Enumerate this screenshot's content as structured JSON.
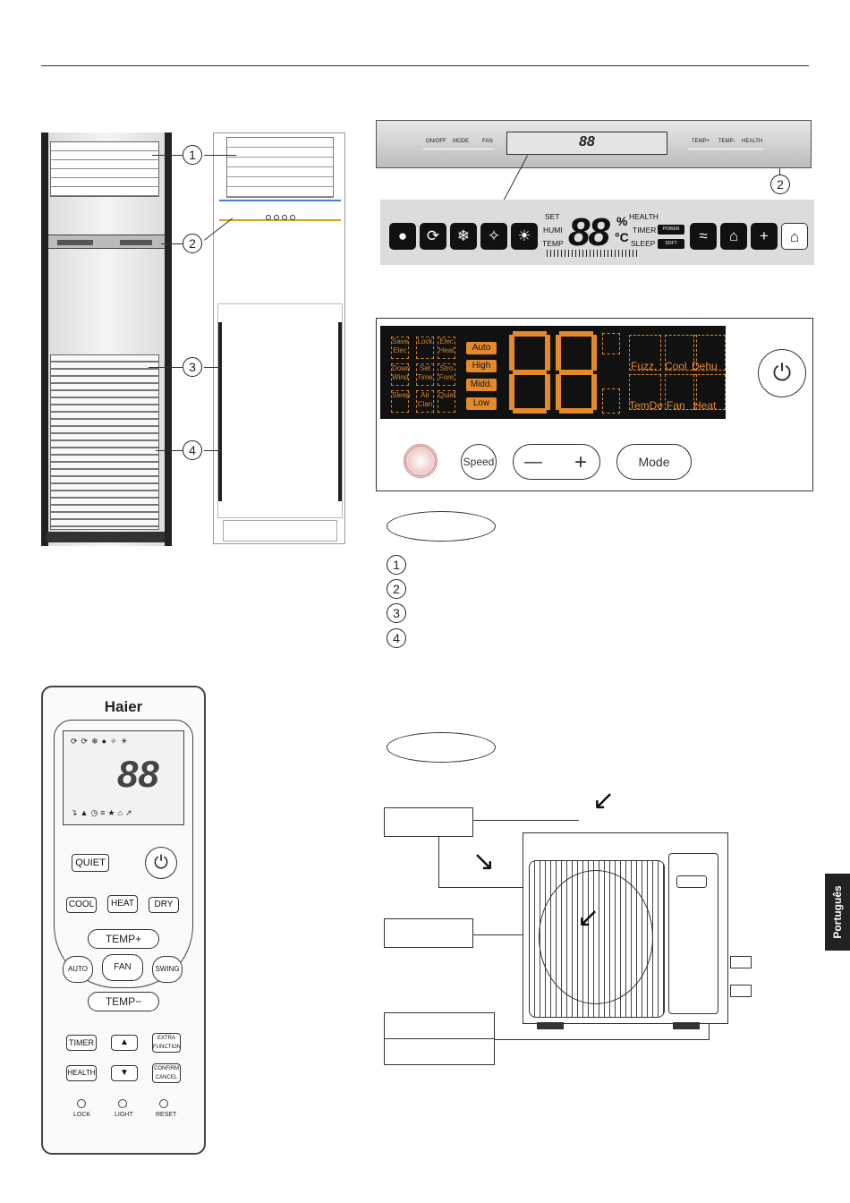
{
  "colors": {
    "accent": "#e48a2a",
    "lcd_bg": "#dcdcdc",
    "panel_bg": "#111111"
  },
  "callouts": [
    "1",
    "2",
    "3",
    "4"
  ],
  "control_strip": {
    "left_buttons": [
      "ON/OFF",
      "MODE",
      "FAN"
    ],
    "right_buttons": [
      "TEMP+",
      "TEMP-",
      "HEALTH"
    ],
    "lcd_digits": "88"
  },
  "lcd": {
    "labels_left": [
      "SET",
      "HUMI",
      "TEMP"
    ],
    "digits": "88",
    "units": [
      "%",
      "°C"
    ],
    "labels_right": [
      "HEALTH",
      "TIMER",
      "SLEEP"
    ],
    "power_label": "POWER",
    "soft_label": "SOFT",
    "icons": [
      "water-drop-icon",
      "recycle-icon",
      "snowflake-icon",
      "fan-icon",
      "sun-icon"
    ],
    "right_icons": [
      "steam-icon",
      "heater-icon",
      "drop-plus-icon",
      "house-icon"
    ]
  },
  "panel2": {
    "dashed_labels": [
      "Save Elec",
      "Lock",
      "Elec Heat",
      "Down Wind",
      "Set Time",
      "Stro Fore",
      "Sleep",
      "Air Clan",
      "Quiet"
    ],
    "speeds": [
      "Auto",
      "High",
      "Midd.",
      "Low"
    ],
    "modes": [
      "Fuzz.",
      "Cool",
      "Dehu",
      "TemDe",
      "Fan",
      "Heat"
    ],
    "buttons": {
      "speed": "Speed",
      "minus": "—",
      "plus": "+",
      "mode": "Mode"
    }
  },
  "remote": {
    "brand": "Haier",
    "quiet": "QUIET",
    "mode_buttons": [
      "COOL",
      "HEAT",
      "DRY"
    ],
    "temp_up": "TEMP+",
    "temp_down": "TEMP−",
    "auto": "AUTO",
    "fan": "FAN",
    "swing": "SWING",
    "timer": "TIMER",
    "health": "HEALTH",
    "extra_function": "EXTRA FUNCTION",
    "confirm_cancel": "CONFIRM CANCEL",
    "bottom_labels": [
      "LOCK",
      "LIGHT",
      "RESET"
    ]
  },
  "side_tab": "Português"
}
